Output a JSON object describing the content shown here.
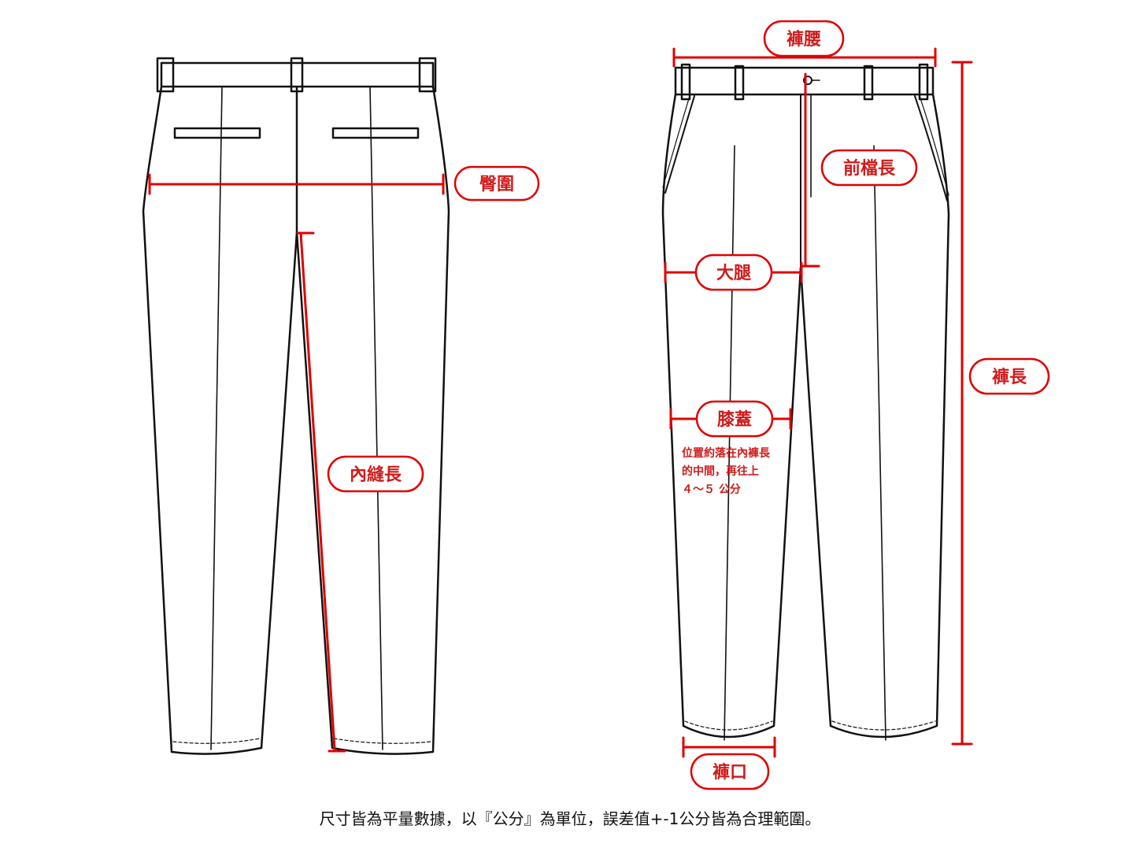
{
  "colors": {
    "outline": "#111111",
    "measure": "#e00000",
    "label_text": "#d11a1a",
    "label_border": "#e00000"
  },
  "labels": {
    "hip": "臀圍",
    "inseam": "內縫長",
    "waist": "褲腰",
    "front_rise": "前檔長",
    "thigh": "大腿",
    "length": "褲長",
    "knee": "膝蓋",
    "hem": "褲口"
  },
  "knee_note": {
    "line1": "位置約落在內褲長",
    "line2": "的中間，再往上",
    "line3": "４～５ 公分"
  },
  "footer": "尺寸皆為平量數據，以『公分』為單位，誤差值+-1公分皆為合理範圍。"
}
